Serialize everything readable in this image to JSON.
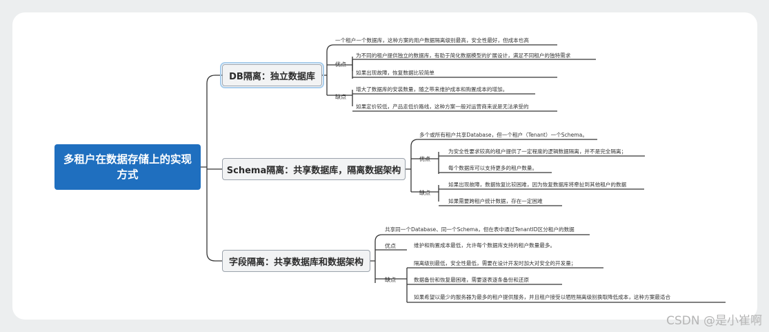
{
  "root": {
    "title": "多租户在数据存储上的实现方式"
  },
  "branches": [
    {
      "title": "DB隔离：独立数据库",
      "summary": "一个租户一个数据库，这种方案的用户数据隔离级别最高，安全性最好，但成本也高",
      "pros_label": "优点",
      "pros": [
        "为不同的租户提供独立的数据库，有助于简化数据模型的扩展设计，满足不同租户的独特需求",
        "如果出现故障，恢复数据比较简单"
      ],
      "cons_label": "缺点",
      "cons": [
        "增大了数据库的安装数量，随之带来维护成本和购置成本的增加。",
        "如果定价较低，产品走低价路线，这种方案一般对运营商来说是无法承受的"
      ]
    },
    {
      "title": "Schema隔离：共享数据库，隔离数据架构",
      "summary": "多个或所有租户共享Database，但一个租户（Tenant）一个Schema。",
      "pros_label": "优点",
      "pros": [
        "为安全性要求较高的租户提供了一定程度的逻辑数据隔离，并不是完全隔离；",
        "每个数据库可以支持更多的租户数量。"
      ],
      "cons_label": "缺点",
      "cons": [
        "如果出现故障，数据恢复比较困难，因为恢复数据库将牵扯到其他租户的数据",
        "如果需要跨租户统计数据，存在一定困难"
      ]
    },
    {
      "title": "字段隔离：共享数据库和数据架构",
      "summary": "共享同一个Database、同一个Schema，但在表中通过TenantID区分租户的数据",
      "pros_label": "优点",
      "pros": [
        "维护和购置成本最低，允许每个数据库支持的租户数量最多。"
      ],
      "cons_label": "缺点",
      "cons": [
        "隔离级别最低，安全性最低，需要在设计开发时加大对安全的开发量；",
        "数据备份和恢复最困难，需要逐表逐条备份和还原",
        "如果希望以最少的服务器为最多的租户提供服务，并且租户接受以牺牲隔离级别换取降低成本，这种方案最适合"
      ]
    }
  ],
  "watermark": "CSDN @是小崔啊",
  "colors": {
    "root": "#1f6fbf",
    "branch_border": "#9aa2ab",
    "line": "#333333"
  }
}
